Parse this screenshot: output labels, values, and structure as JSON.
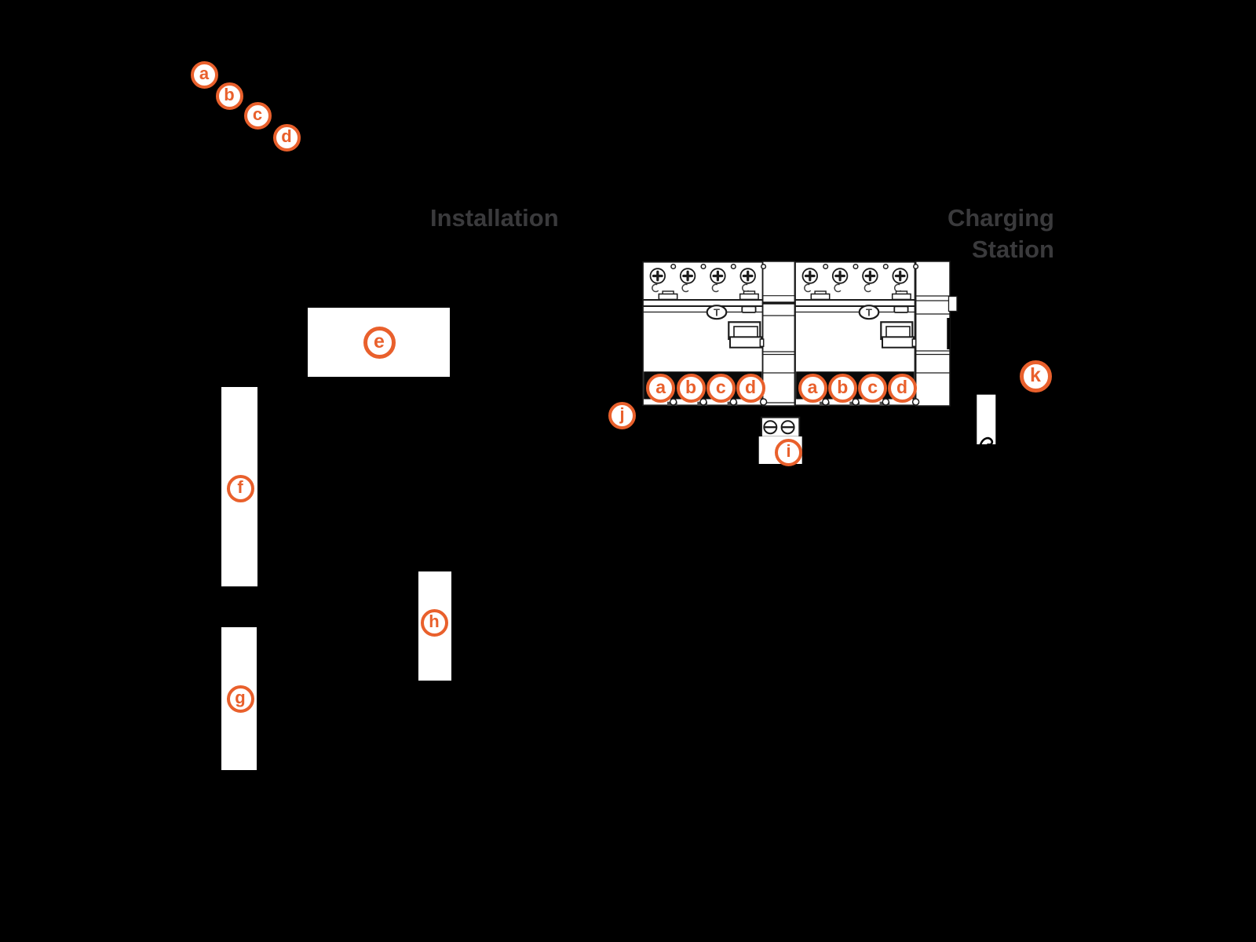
{
  "titles": {
    "installation": "Installation",
    "charging_line1": "Charging",
    "charging_line2": "Station"
  },
  "colors": {
    "accent": "#E9602C",
    "title": "#3A3A3C",
    "background": "#000000",
    "outline": "#1C1C1C"
  },
  "markers": {
    "supply_wires": [
      "a",
      "b",
      "c",
      "d"
    ],
    "installation_labels": {
      "e": "e",
      "f": "f",
      "g": "g",
      "h": "h"
    },
    "rcd_left_terminals": [
      "a",
      "b",
      "c",
      "d"
    ],
    "rcd_right_terminals": [
      "a",
      "b",
      "c",
      "d"
    ],
    "din_rail": "j",
    "terminal_block": "i",
    "charging_cable": "k"
  },
  "devices": {
    "test_button_label": "T"
  }
}
